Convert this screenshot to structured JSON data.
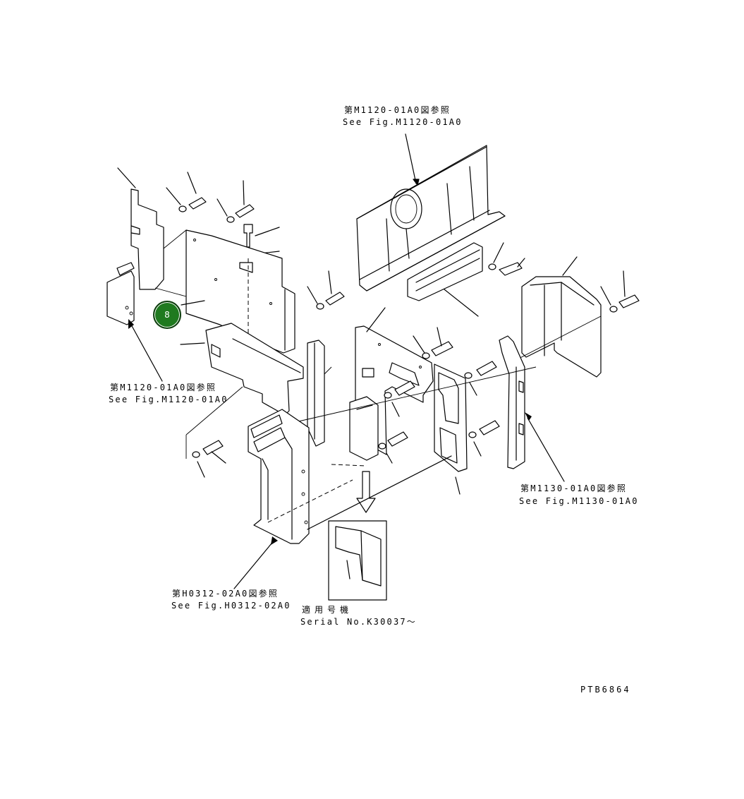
{
  "references": {
    "top": {
      "jp": "第M1120-01A0図参照",
      "en": "See Fig.M1120-01A0"
    },
    "left": {
      "jp": "第M1120-01A0図参照",
      "en": "See Fig.M1120-01A0"
    },
    "right": {
      "jp": "第M1130-01A0図参照",
      "en": "See Fig.M1130-01A0"
    },
    "bottom": {
      "jp": "第H0312-02A0図参照",
      "en": "See Fig.H0312-02A0"
    }
  },
  "serial_note": {
    "jp": "適用号機",
    "en": "Serial No.K30037～"
  },
  "drawing_code": "PTB6864",
  "callouts": [
    {
      "label": "8"
    }
  ],
  "colors": {
    "hotspot": "#1f7a1f",
    "line": "#000000",
    "background": "#ffffff"
  }
}
